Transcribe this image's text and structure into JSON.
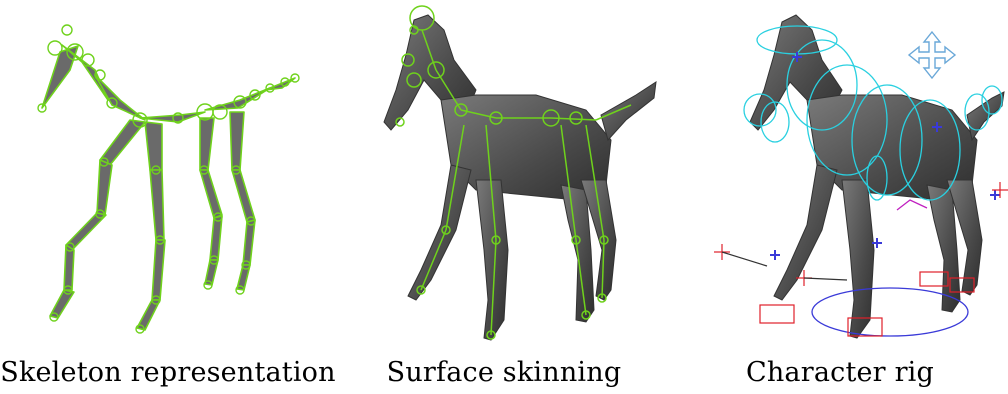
{
  "panels": [
    {
      "caption": "Skeleton representation"
    },
    {
      "caption": "Surface skinning"
    },
    {
      "caption": "Character rig"
    }
  ],
  "colors": {
    "bone": "#6a6a6a",
    "joint": "#6fd21c",
    "body": "#4f4f4f",
    "control_cyan": "#2ad0e0",
    "control_red": "#e0202a",
    "control_blue": "#3a3ad8",
    "arrow_blue": "#6aa8d8"
  }
}
